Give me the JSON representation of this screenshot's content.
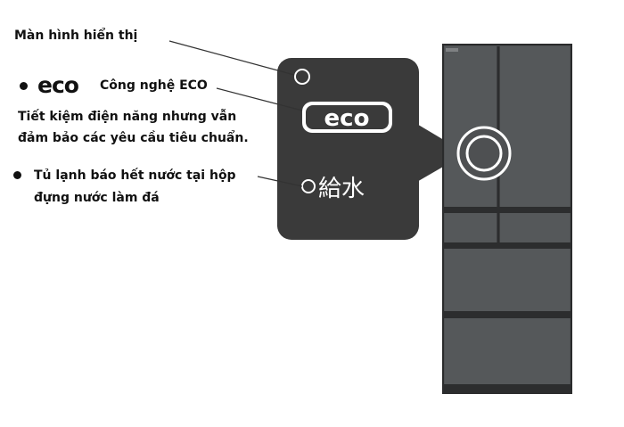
{
  "labels": {
    "display": "Màn hình hiển thị",
    "eco_mark": "eco",
    "eco_title": "Công nghệ ECO",
    "eco_desc_line1": "Tiết kiệm điện năng nhưng vẫn",
    "eco_desc_line2": "đảm bảo các yêu cầu tiêu chuẩn.",
    "water_line1": "Tủ lạnh báo hết nước tại hộp",
    "water_line2": "đựng nước làm đá"
  },
  "panel": {
    "eco_badge": "eco",
    "water_kanji": "給水"
  },
  "colors": {
    "panel_bg": "#3a3a3a",
    "fridge_body": "#4e5052",
    "fridge_dark": "#2c2d2e",
    "handle": "#7f8183"
  }
}
